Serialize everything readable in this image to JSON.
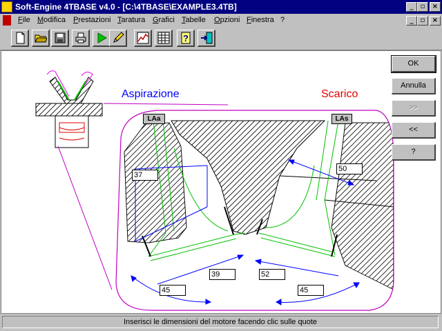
{
  "window": {
    "title": "Soft-Engine 4TBASE v4.0 - [C:\\4TBASE\\EXAMPLE3.4TB]",
    "controls": {
      "minimize": "_",
      "restore": "▫",
      "close": "×"
    }
  },
  "menu": {
    "items": [
      "File",
      "Modifica",
      "Prestazioni",
      "Taratura",
      "Grafici",
      "Tabelle",
      "Opzioni",
      "Finestra",
      "?"
    ]
  },
  "toolbar": {
    "icons": [
      "new-document-icon",
      "open-folder-icon",
      "save-disk-icon",
      "print-icon",
      "run-play-icon",
      "pencil-edit-icon",
      "chart-icon",
      "table-icon",
      "help-icon",
      "exit-icon"
    ]
  },
  "buttons": {
    "ok": "OK",
    "cancel": "Annulla",
    "next": ">>",
    "prev": "<<",
    "help": "?"
  },
  "labels": {
    "intake": "Aspirazione",
    "exhaust": "Scarico",
    "intake_tag": "LAa",
    "exhaust_tag": "LAs"
  },
  "dimensions": {
    "intake_port_dia": "37",
    "intake_valve_dia": "39",
    "intake_angle": "45",
    "exhaust_port_dia": "50",
    "exhaust_valve_dia": "52",
    "exhaust_angle": "45"
  },
  "status": {
    "text": "Inserisci le dimensioni del motore facendo clic sulle quote"
  },
  "colors": {
    "title_bar": "#000080",
    "intake_text": "#0000ff",
    "exhaust_text": "#e00000",
    "outline": "#c000c0",
    "valve": "#00c000",
    "dimension": "#0000ff"
  }
}
